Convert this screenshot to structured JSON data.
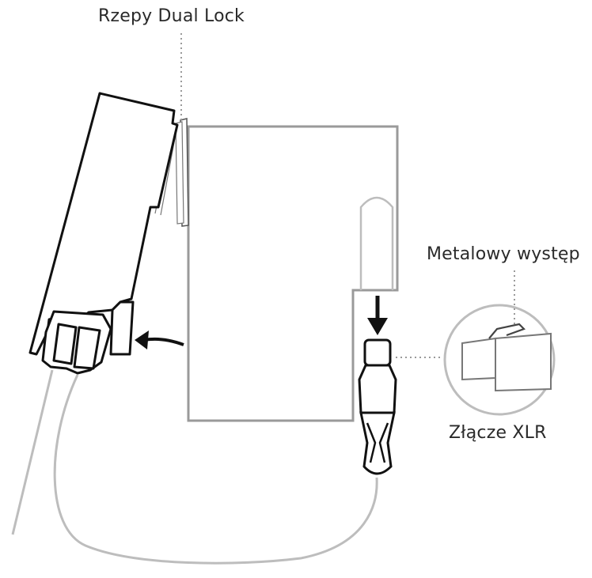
{
  "labels": {
    "dual_lock": "Rzepy Dual Lock",
    "metal_tab": "Metalowy występ",
    "xlr_connector": "Złącze XLR"
  },
  "colors": {
    "ink": "#111111",
    "outline_gray": "#9a9a9a",
    "light_gray": "#bdbdbd",
    "dotted": "#9a9a9a"
  }
}
